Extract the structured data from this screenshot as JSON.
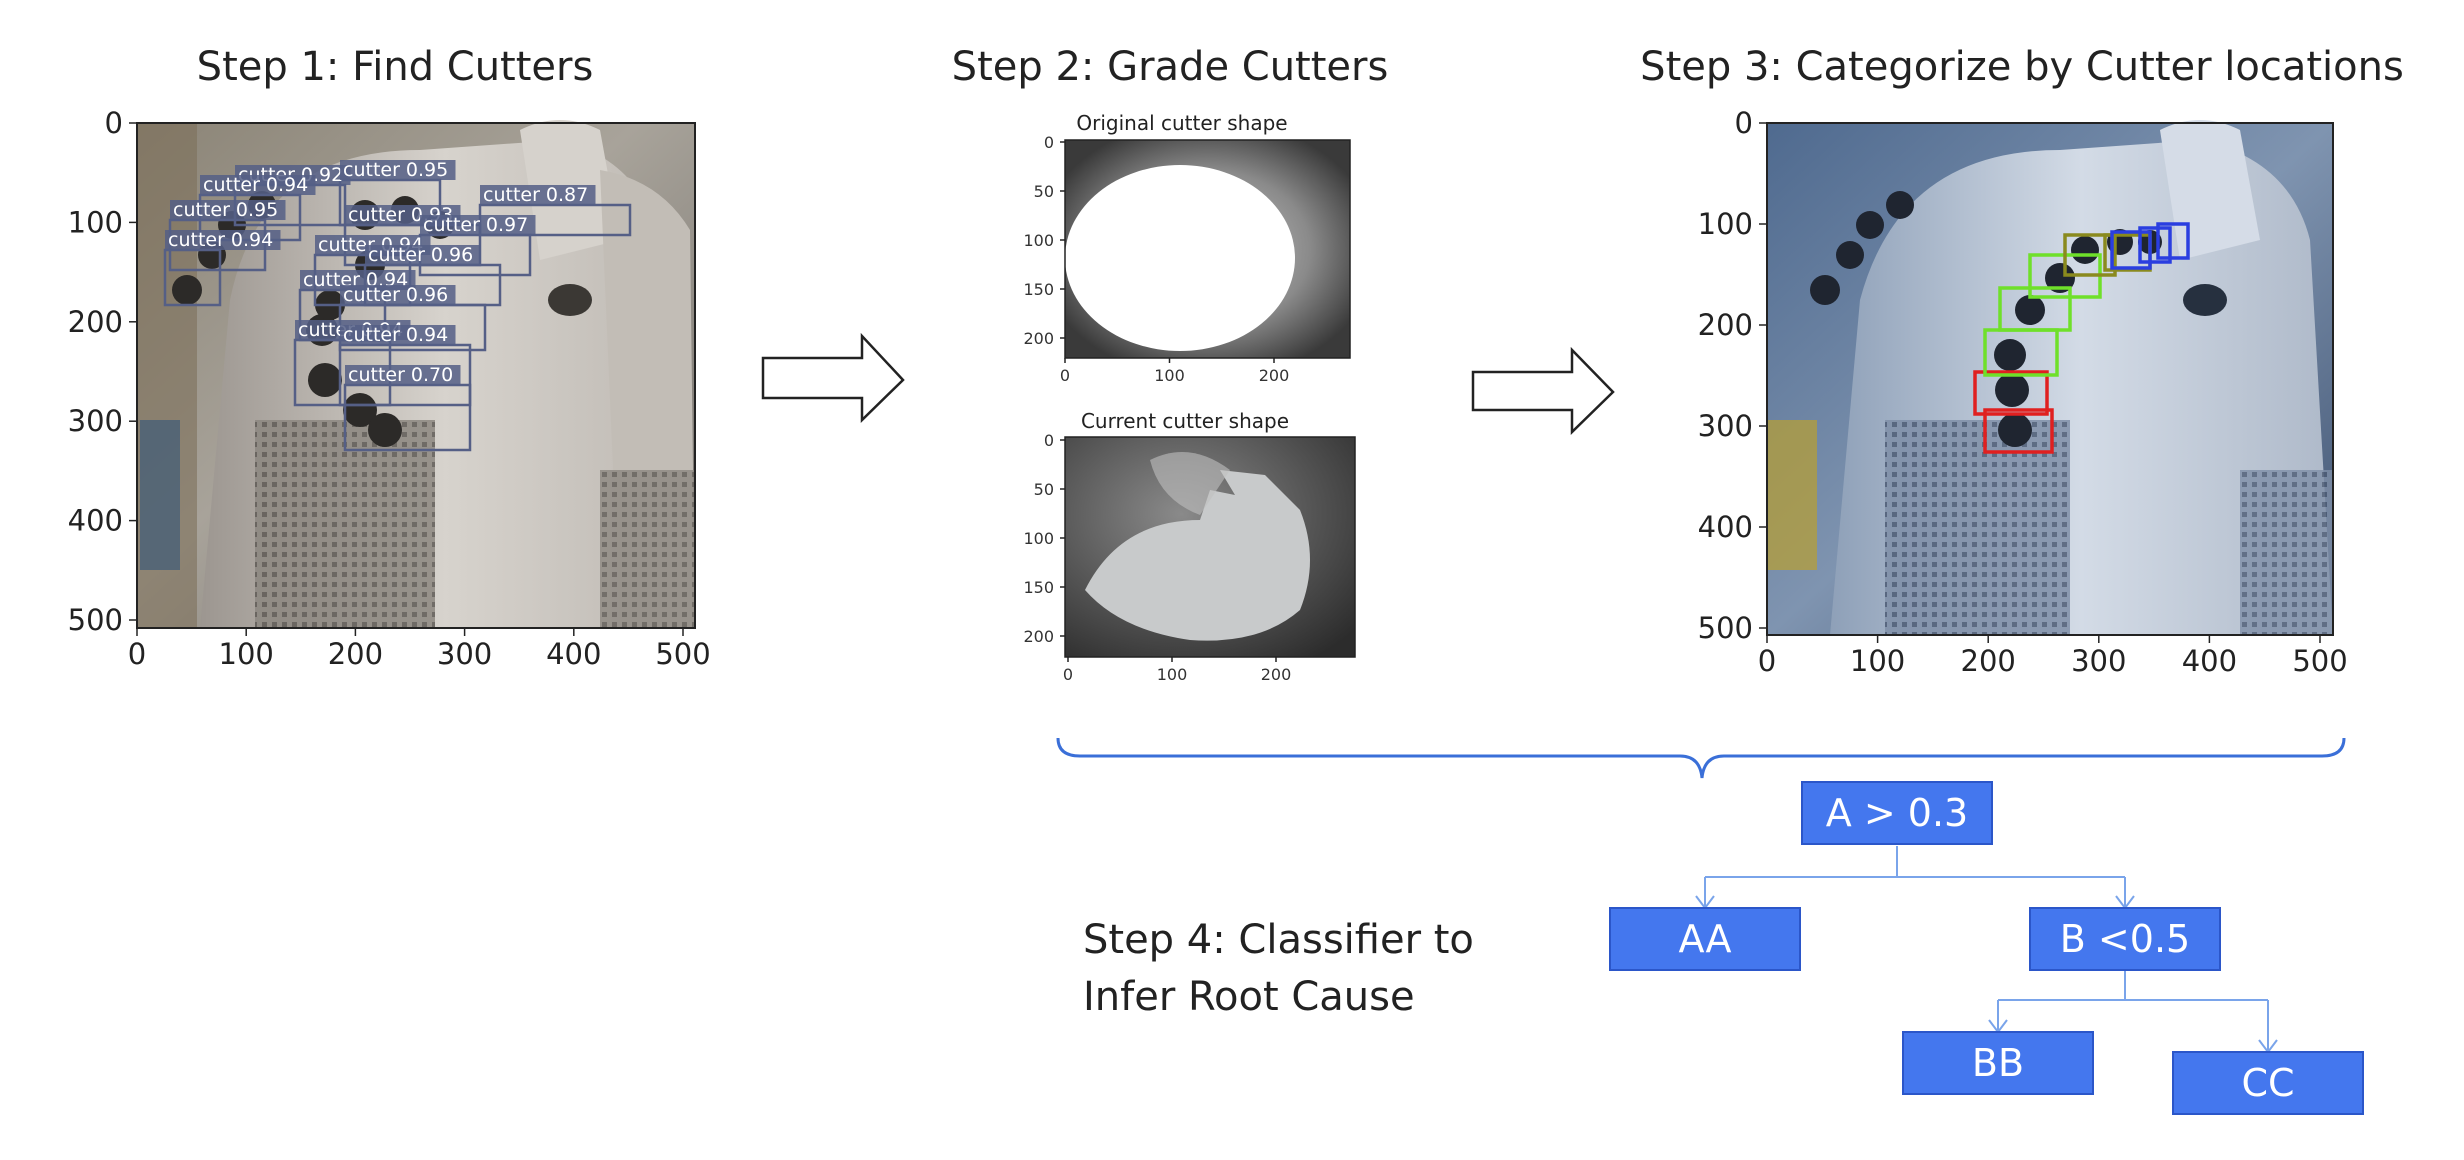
{
  "steps": {
    "step1": {
      "title": "Step 1: Find Cutters",
      "x_ticks": [
        "0",
        "100",
        "200",
        "300",
        "400",
        "500"
      ],
      "y_ticks": [
        "0",
        "100",
        "200",
        "300",
        "400",
        "500"
      ],
      "detections": [
        "cutter 0.92",
        "cutter 0.95",
        "cutter 0.94",
        "cutter 0.87",
        "cutter 0.95",
        "cutter 0.93",
        "cutter 0.97",
        "cutter 0.94",
        "cutter 0.94",
        "cutter 0.96",
        "cutter 0.94",
        "cutter 0.96",
        "cutter 0.94",
        "cutter 0.94",
        "cutter 0.70"
      ]
    },
    "step2": {
      "title": "Step 2: Grade Cutters",
      "top_title": "Original cutter shape",
      "bottom_title": "Current cutter shape",
      "x_ticks": [
        "0",
        "100",
        "200"
      ],
      "y_ticks": [
        "0",
        "50",
        "100",
        "150",
        "200"
      ]
    },
    "step3": {
      "title": "Step 3: Categorize by Cutter locations",
      "x_ticks": [
        "0",
        "100",
        "200",
        "300",
        "400",
        "500"
      ],
      "y_ticks": [
        "0",
        "100",
        "200",
        "300",
        "400",
        "500"
      ]
    },
    "step4": {
      "line1": "Step 4: Classifier to",
      "line2": "Infer Root Cause"
    }
  },
  "tree": {
    "root": "A > 0.3",
    "left": "AA",
    "right": "B <0.5",
    "right_left": "BB",
    "right_right": "CC"
  },
  "colors": {
    "node_fill": "#4477ee",
    "node_stroke": "#2b56c9",
    "brace": "#3a6fd8",
    "connector": "#7aa4ea",
    "detection_box": "#555f86",
    "location_red": "#e02020",
    "location_green": "#6fe02a",
    "location_olive": "#8a8a1e",
    "location_blue": "#2a3ee0"
  }
}
